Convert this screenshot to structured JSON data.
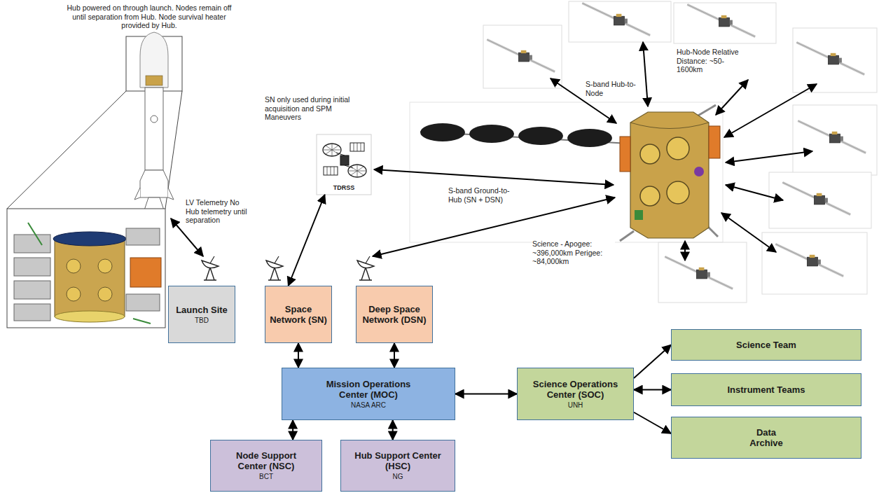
{
  "diagram": {
    "nodes": [
      {
        "text": [
          "TDRSS"
        ]
      },
      {
        "text": [
          "Launch Site",
          "TBD"
        ]
      },
      {
        "text": [
          "Space Network (SN)"
        ]
      },
      {
        "text": [
          "Deep Space Network (DSN)"
        ]
      },
      {
        "text": [
          "Mission Operations Center (MOC)",
          "NASA ARC"
        ]
      },
      {
        "text": [
          "Science Operations Center (SOC)",
          "UNH"
        ]
      },
      {
        "text": [
          "Science Team"
        ]
      },
      {
        "text": [
          "Instrument Teams"
        ]
      },
      {
        "text": [
          "Data Archive"
        ]
      },
      {
        "text": [
          "Node Support Center (NSC)",
          "BCT"
        ]
      },
      {
        "text": [
          "Hub Support Center (HSC)",
          "NG"
        ]
      }
    ],
    "edges": [
      {
        "from": 0,
        "to": 2,
        "arrow": "both"
      },
      {
        "from": 2,
        "to": 4,
        "arrow": "both"
      },
      {
        "from": 3,
        "to": 4,
        "arrow": "both"
      },
      {
        "from": 4,
        "to": 5,
        "arrow": "both"
      },
      {
        "from": 4,
        "to": 9,
        "arrow": "both"
      },
      {
        "from": 4,
        "to": 10,
        "arrow": "both"
      },
      {
        "from": 5,
        "to": 6,
        "arrow": "to"
      },
      {
        "from": 5,
        "to": 7,
        "arrow": "both"
      },
      {
        "from": 5,
        "to": 8,
        "arrow": "to"
      }
    ],
    "labels": [
      "Hub powered on through launch. Nodes remain off until separation from Hub. Node survival heater provided by Hub.",
      "SN only used during initial acquisition and SPM Maneuvers",
      "S-band Hub-to-Node",
      "Hub-Node Relative Distance: ~50-1600km",
      "S-band Ground-to-Hub (SN + DSN)",
      "LV Telemetry No Hub telemetry until separation",
      "Science - Apogee: ~396,000km Perigee: ~84,000km"
    ]
  }
}
